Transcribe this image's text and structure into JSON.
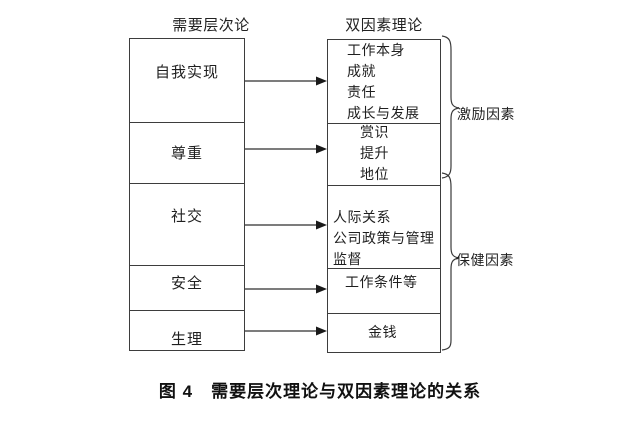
{
  "figure": {
    "left_column": {
      "header": "需要层次论",
      "levels": [
        "自我实现",
        "尊重",
        "社交",
        "安全",
        "生理"
      ]
    },
    "right_column": {
      "header": "双因素理论",
      "groups": [
        {
          "lines": [
            "工作本身",
            "成就",
            "责任",
            "成长与发展"
          ]
        },
        {
          "lines": [
            "赏识",
            "提升",
            "地位"
          ]
        },
        {
          "lines": [
            "人际关系",
            "公司政策与管理",
            "监督"
          ]
        },
        {
          "lines": [
            "工作条件等"
          ]
        },
        {
          "lines": [
            "金钱"
          ]
        }
      ]
    },
    "brace_labels": {
      "motivation": "激励因素",
      "hygiene": "保健因素"
    },
    "caption": "图 4　需要层次理论与双因素理论的关系",
    "colors": {
      "line": "#3d3d3d",
      "arrow": "#1a1a1a",
      "text": "#1f1f1f",
      "background": "#ffffff"
    }
  }
}
